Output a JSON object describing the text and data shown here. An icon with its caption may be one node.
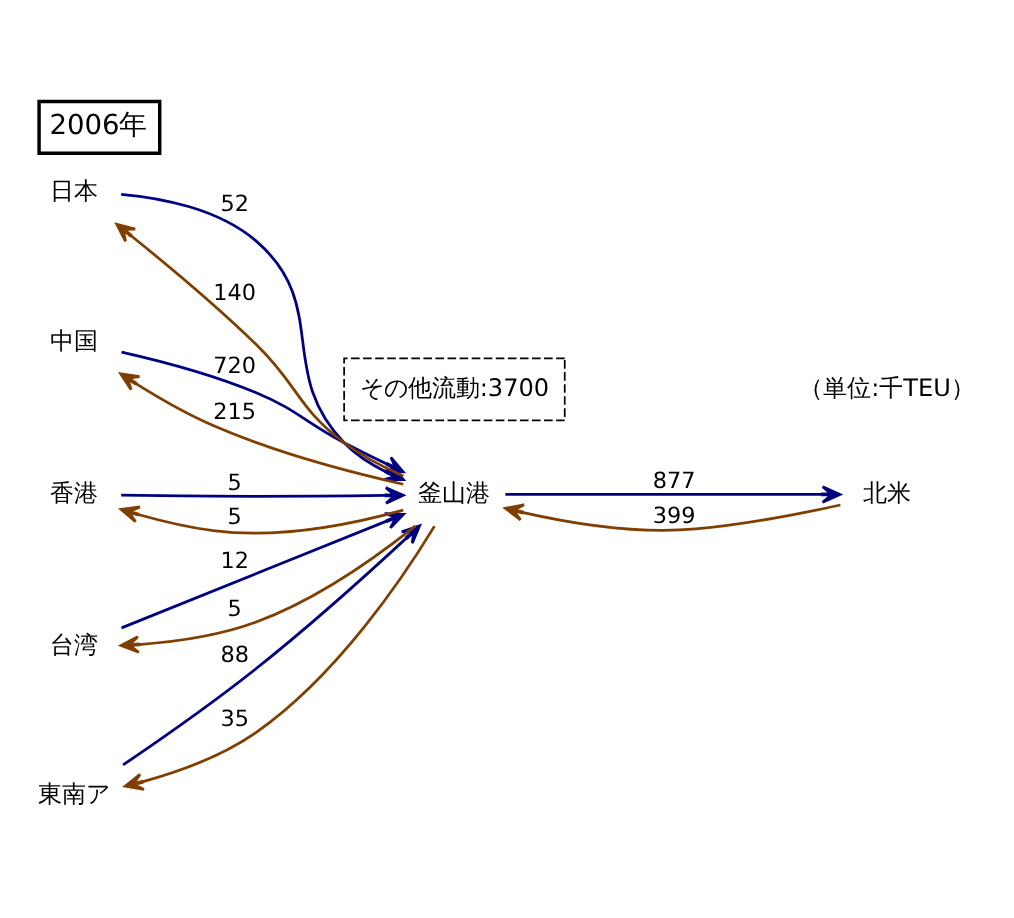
{
  "diagram": {
    "title": "2006年",
    "nodes": [
      {
        "text": [
          "日本"
        ]
      },
      {
        "text": [
          "中国"
        ]
      },
      {
        "text": [
          "香港"
        ]
      },
      {
        "text": [
          "台湾"
        ]
      },
      {
        "text": [
          "東南ア"
        ]
      },
      {
        "text": [
          "釜山港"
        ]
      },
      {
        "text": [
          "北米"
        ]
      },
      {
        "text": [
          "その他流動:3700"
        ]
      }
    ],
    "edges": [
      {
        "from": 0,
        "to": 5,
        "arrow": "to",
        "label": "52",
        "color": "#000080"
      },
      {
        "from": 5,
        "to": 0,
        "arrow": "to",
        "label": "140",
        "color": "#7f3f00"
      },
      {
        "from": 1,
        "to": 5,
        "arrow": "to",
        "label": "720",
        "color": "#000080"
      },
      {
        "from": 5,
        "to": 1,
        "arrow": "to",
        "label": "215",
        "color": "#7f3f00"
      },
      {
        "from": 2,
        "to": 5,
        "arrow": "to",
        "label": "5",
        "color": "#000080"
      },
      {
        "from": 5,
        "to": 2,
        "arrow": "to",
        "label": "5",
        "color": "#7f3f00"
      },
      {
        "from": 3,
        "to": 5,
        "arrow": "to",
        "label": "12",
        "color": "#000080"
      },
      {
        "from": 5,
        "to": 3,
        "arrow": "to",
        "label": "5",
        "color": "#7f3f00"
      },
      {
        "from": 4,
        "to": 5,
        "arrow": "to",
        "label": "88",
        "color": "#000080"
      },
      {
        "from": 5,
        "to": 4,
        "arrow": "to",
        "label": "35",
        "color": "#7f3f00"
      },
      {
        "from": 5,
        "to": 6,
        "arrow": "to",
        "label": "877",
        "color": "#000080"
      },
      {
        "from": 6,
        "to": 5,
        "arrow": "to",
        "label": "399",
        "color": "#7f3f00"
      }
    ],
    "labels": [
      "（単位:千TEU）"
    ]
  }
}
